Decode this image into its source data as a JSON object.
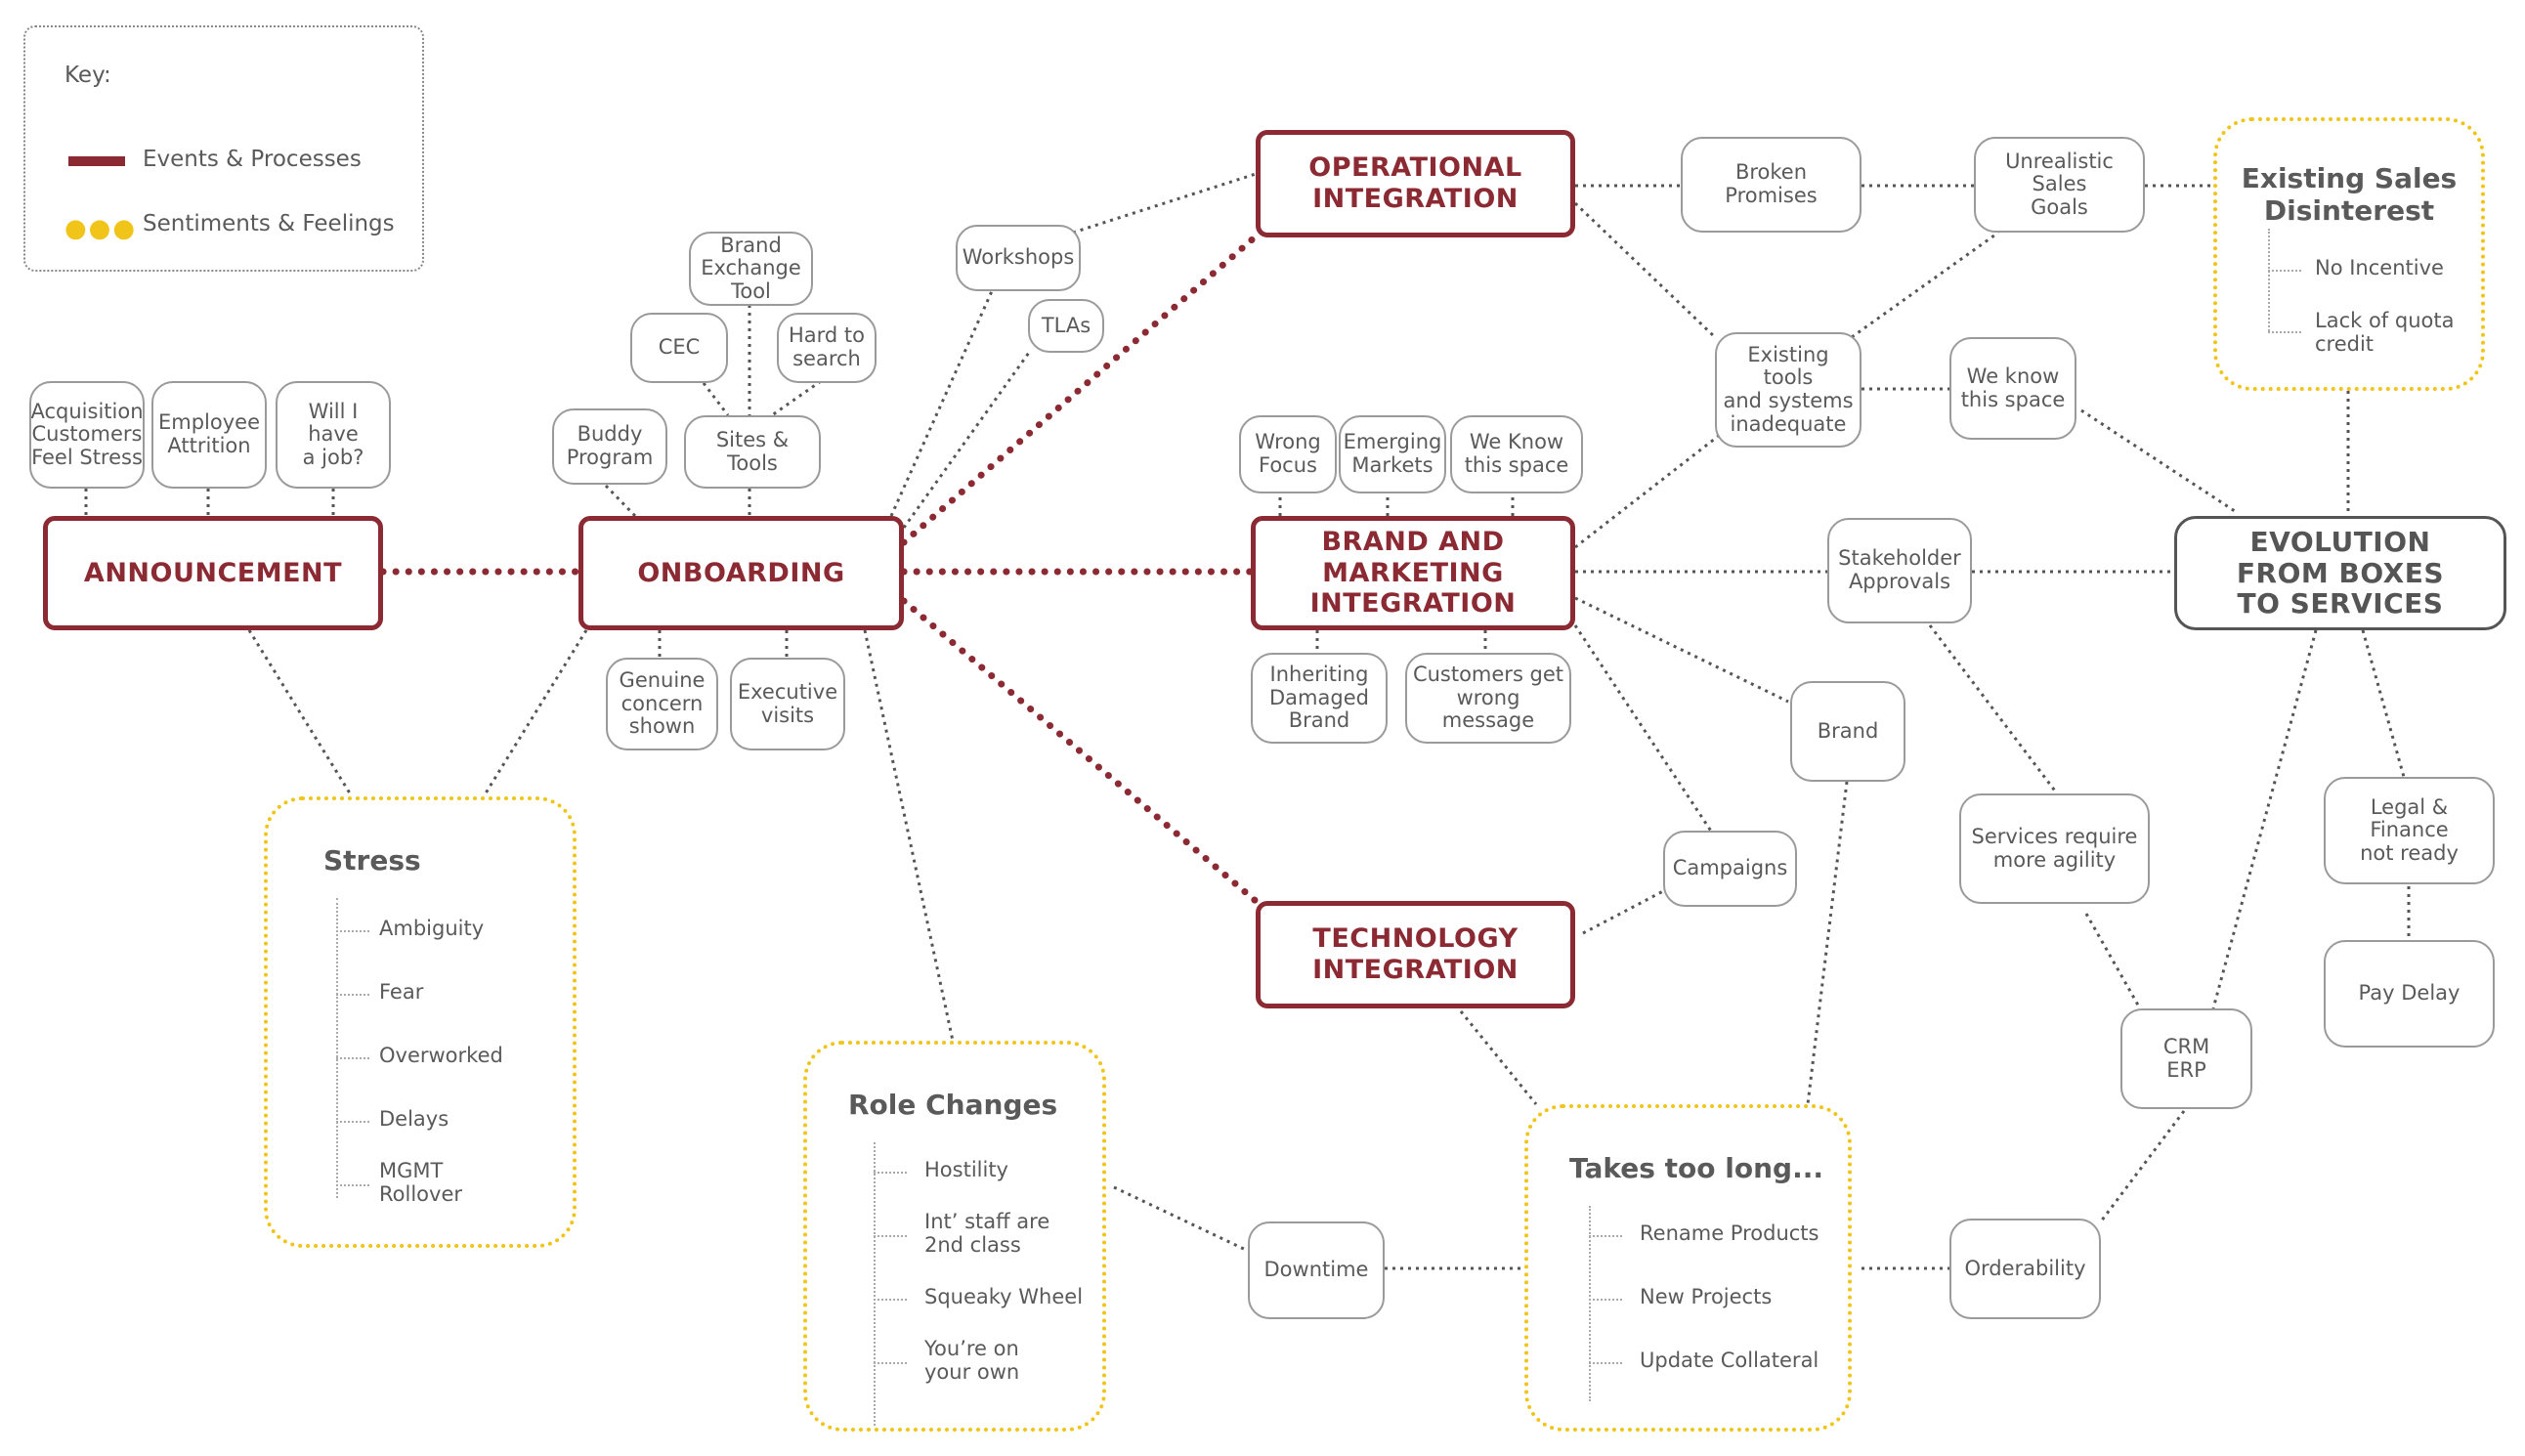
{
  "key": {
    "title": "Key:",
    "events_label": "Events & Processes",
    "sentiments_label": "Sentiments & Feelings",
    "events_color": "#8c2a33",
    "sentiments_color": "#f0c419"
  },
  "main_nodes": {
    "announcement": "ANNOUNCEMENT",
    "onboarding": "ONBOARDING",
    "operational": "OPERATIONAL\nINTEGRATION",
    "brand_marketing": "BRAND AND\nMARKETING\nINTEGRATION",
    "technology": "TECHNOLOGY\nINTEGRATION",
    "evolution": "EVOLUTION\nFROM BOXES\nTO SERVICES"
  },
  "small_nodes": {
    "acq": "Acquisition\nCustomers\nFeel Stress",
    "attrition": "Employee\nAttrition",
    "job": "Will I have\na job?",
    "buddy": "Buddy\nProgram",
    "cec": "CEC",
    "bet": "Brand\nExchange\nTool",
    "hard": "Hard to\nsearch",
    "sites": "Sites & Tools",
    "genuine": "Genuine\nconcern\nshown",
    "exec": "Executive\nvisits",
    "workshops": "Workshops",
    "tlas": "TLAs",
    "broken": "Broken Promises",
    "unreal": "Unrealistic Sales\nGoals",
    "existing_tools": "Existing tools\nand systems\ninadequate",
    "weknow": "We know\nthis space",
    "wrongfocus": "Wrong\nFocus",
    "emerging": "Emerging\nMarkets",
    "weknow2": "We Know\nthis space",
    "inheriting": "Inheriting\nDamaged\nBrand",
    "wrongmsg": "Customers get\nwrong message",
    "stakeholder": "Stakeholder\nApprovals",
    "brand": "Brand",
    "campaigns": "Campaigns",
    "agility": "Services require\nmore agility",
    "legal": "Legal & Finance\nnot ready",
    "paydelay": "Pay Delay",
    "crm": "CRM\nERP",
    "orderability": "Orderability",
    "downtime": "Downtime"
  },
  "sentiments": {
    "stress": {
      "title": "Stress",
      "items": [
        "Ambiguity",
        "Fear",
        "Overworked",
        "Delays",
        "MGMT\nRollover"
      ]
    },
    "role_changes": {
      "title": "Role Changes",
      "items": [
        "Hostility",
        "Int’ staff are\n2nd class",
        "Squeaky Wheel",
        "You’re on\nyour own"
      ]
    },
    "takes_too_long": {
      "title": "Takes too long...",
      "items": [
        "Rename Products",
        "New Projects",
        "Update Collateral"
      ]
    },
    "sales_disinterest": {
      "title": "Existing Sales\nDisinterest",
      "items": [
        "No Incentive",
        "Lack of quota\ncredit"
      ]
    }
  }
}
